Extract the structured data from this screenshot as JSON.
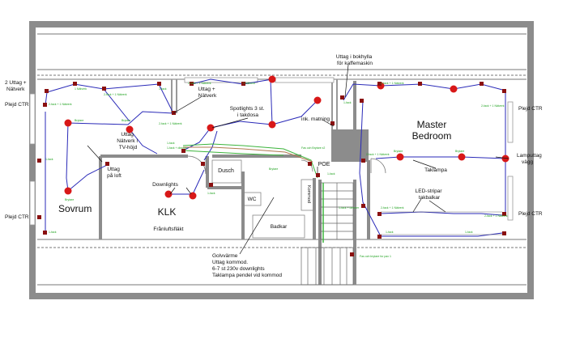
{
  "rooms": {
    "master": "Master",
    "bedroom": "Bedroom",
    "sovrum": "Sovrum",
    "klk": "KLK",
    "dusch": "Dusch",
    "wc": "WC",
    "badkar": "Badkar",
    "kommod": "Kommod"
  },
  "labels": {
    "uttag_natverk_tl_1": "2 Uttag +",
    "uttag_natverk_tl_2": "Nätverk",
    "plejd_ctr": "Plejd CTR",
    "uttag_natverk_top_1": "Uttag +",
    "uttag_natverk_top_2": "Nätverk",
    "spotlights_1": "Spotlights 3 st.",
    "spotlights_2": "i takdosa",
    "uttag_bokhylla_1": "Uttag i bokhylla",
    "uttag_bokhylla_2": "för kaffemaskin",
    "ink_matning": "ink. matning",
    "uttag_natverk_tv_1": "Uttag",
    "uttag_natverk_tv_2": "Nätverk i",
    "uttag_natverk_tv_3": "TV-höjd",
    "uttag_loft_1": "Uttag",
    "uttag_loft_2": "på loft",
    "downlights": "Downlights",
    "poe": "POE",
    "franluftsflakt": "Frånluftsfläkt",
    "takklampa": "Taklampa",
    "led_1": "LED-stripar",
    "led_2": "takbalkar",
    "lamputtag_1": "Lamputtag",
    "lamputtag_2": "vägg",
    "golv_1": "Golvvärme",
    "golv_2": "Uttag kommod.",
    "golv_3": "6-7 st 230v downlights",
    "golv_4": "Taklampa pendel vid kommod"
  },
  "tiny": {
    "natverk_1": "1 Nätverk",
    "natverk_2": "1 Nätverk",
    "brytare": "Brytare",
    "fack_2": "2-fack + 1 Nätverk",
    "fack_1": "1-fack",
    "dim": "1-fack + dimmer",
    "fas_bokhylla": "Fas och Brytare x2",
    "fas_pax": "Fas och brytare for pax 1"
  },
  "colors": {
    "wall": "#8c8c8c",
    "blue_wire": "#2a2ab8",
    "green_wire": "#3cb43c",
    "brown_wire": "#b07a50",
    "lamp": "#d81818",
    "outlet": "#8a1010"
  }
}
